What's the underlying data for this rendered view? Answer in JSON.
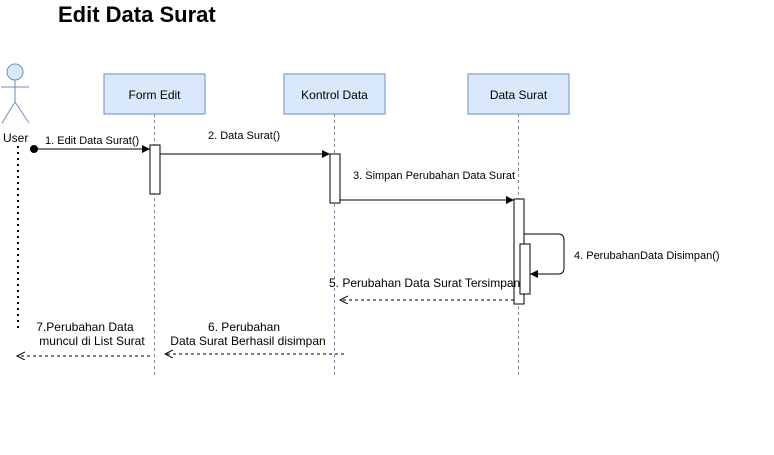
{
  "title": "Edit Data Surat",
  "actor": {
    "label": "User",
    "icon": "stick-figure-icon"
  },
  "participants": {
    "form_edit": "Form Edit",
    "kontrol_data": "Kontrol Data",
    "data_surat": "Data Surat"
  },
  "messages": {
    "m1": "1. Edit Data Surat()",
    "m2": "2. Data Surat()",
    "m3": "3. Simpan Perubahan Data Surat",
    "m4": "4. PerubahanData Disimpan()",
    "m5": "5. Perubahan Data Surat Tersimpan",
    "m6_line1": "6. Perubahan",
    "m6_line2": "Data Surat Berhasil disimpan",
    "m7_line1": "7.Perubahan Data",
    "m7_line2": "muncul di List Surat"
  },
  "colors": {
    "participant_fill": "#dae8fc",
    "participant_stroke": "#6c8ebf",
    "line": "#000000"
  }
}
